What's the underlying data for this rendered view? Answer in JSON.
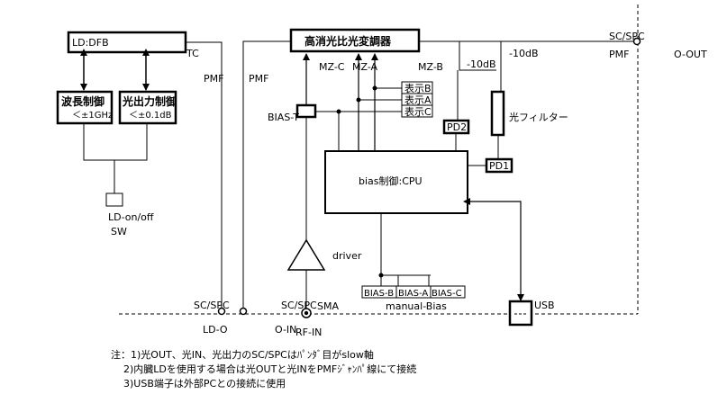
{
  "diagram": {
    "blocks": {
      "laser": "LD:DFB",
      "wavelength_ctrl": "波長制御",
      "wavelength_spec": "＜±1GHz",
      "power_ctrl": "光出力制御",
      "power_spec": "＜±0.1dB",
      "modulator": "高消光比光変調器",
      "cpu": "bias制御:CPU",
      "optical_filter": "光フィルター",
      "pd1": "PD1",
      "pd2": "PD2",
      "usb": "USB",
      "driver": "driver"
    },
    "labels": {
      "tc": "TC",
      "pmf_left": "PMF",
      "pmf_mid": "PMF",
      "pmf_right": "PMF",
      "mz_c": "MZ-C",
      "mz_a": "MZ-A",
      "mz_b": "MZ-B",
      "bias_t": "BIAS-T",
      "minus10db_1": "-10dB",
      "minus10db_2": "-10dB",
      "sc_spc_top": "SC/SPC",
      "o_out": "O-OUT",
      "ld_switch": "LD-on/off",
      "sw": "SW",
      "sc_spc_left": "SC/SPC",
      "ld_o": "LD-O",
      "sc_spc_mid": "SC/SPC",
      "sma": "SMA",
      "o_in": "O-IN",
      "rf_in": "RF-IN",
      "manual_bias": "manual-Bias"
    },
    "displays": [
      "表示B",
      "表示A",
      "表示C"
    ],
    "bias_outputs": [
      "BIAS-B",
      "BIAS-A",
      "BIAS-C"
    ],
    "notes": [
      "注：1)光OUT、光IN、光出力のSC/SPCはﾊﾟﾝﾀﾞ目がslow軸",
      "2)内臓LDを使用する場合は光OUTと光INをPMFｼﾞｬﾝﾊﾟ線にて接続",
      "3)USB端子は外部PCとの接続に使用"
    ]
  }
}
